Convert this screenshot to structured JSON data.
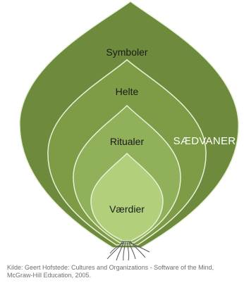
{
  "diagram": {
    "layers": [
      {
        "label": "Symboler",
        "color": "#6e8b3d"
      },
      {
        "label": "Helte",
        "color": "#7e9c46"
      },
      {
        "label": "Ritualer",
        "color": "#91b05a"
      },
      {
        "label": "Værdier",
        "color": "#b2d07c"
      }
    ],
    "side_label": "SÆDVANER",
    "outline_color": "#e8f0d8",
    "roots_color": "#555555"
  },
  "caption": "Kilde: Geert Hofstede: Cultures and Organizations - Software of the Mind, McGraw-Hill Education, 2005."
}
